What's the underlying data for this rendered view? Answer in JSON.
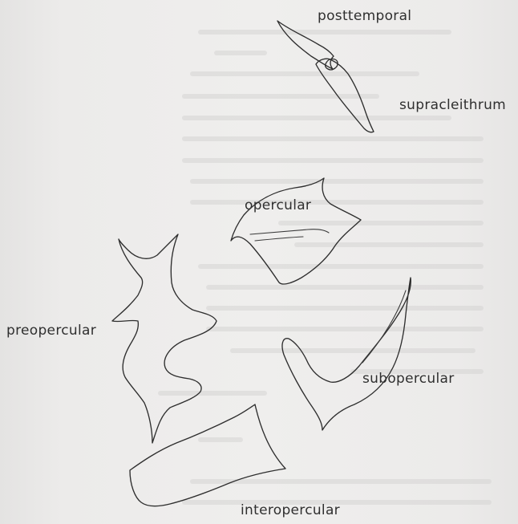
{
  "labels": {
    "posttemporal": "posttemporal",
    "supracleithrum": "supracleithrum",
    "opercular": "opercular",
    "preopercular": "preopercular",
    "subopercular": "subopercular",
    "interopercular": "interopercular"
  },
  "colors": {
    "paper": "#ecebea",
    "ink": "#2e2e2e",
    "bleed_through_text": "#d2d1d0"
  }
}
